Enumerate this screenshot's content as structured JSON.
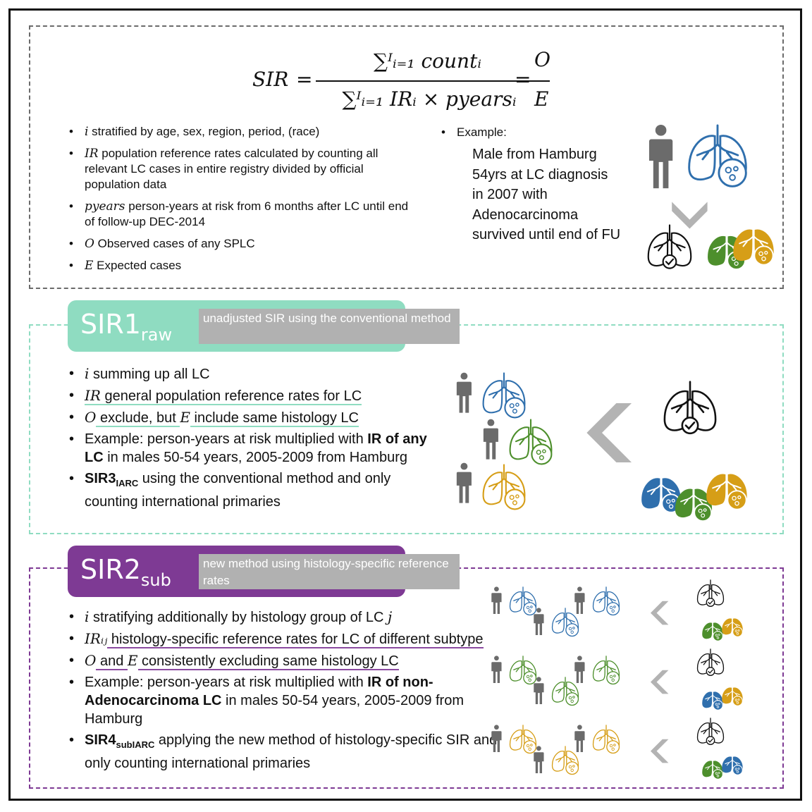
{
  "formula": {
    "lhs": "SIR",
    "eq": "=",
    "numerator": "∑ᴵᵢ₌₁ countᵢ",
    "denominator": "∑ᴵᵢ₌₁ IRᵢ × pyearsᵢ",
    "observed": "O",
    "expected": "E"
  },
  "definitions": [
    {
      "symbol": "i",
      "text": " stratified by age, sex, region, period, (race)"
    },
    {
      "symbol": "IR",
      "text": " population reference  rates calculated by counting all relevant  LC cases in entire registry divided by official population data"
    },
    {
      "symbol": "pyears",
      "text": " person-years  at risk from 6 months after LC until end of follow-up DEC-2014"
    },
    {
      "symbol": "O",
      "text": " Observed cases of any SPLC"
    },
    {
      "symbol": "E",
      "text": " Expected cases"
    }
  ],
  "example": {
    "label": "Example:",
    "lines": [
      "Male from Hamburg",
      "54yrs at LC diagnosis",
      "in 2007 with",
      "Adenocarcinoma",
      "survived until end of FU"
    ]
  },
  "sir1": {
    "title": "SIR1",
    "subscript": "raw",
    "note": "unadjusted SIR using the conventional method",
    "items": [
      {
        "symbol": "i",
        "text": " summing up all LC"
      },
      {
        "symbol": "IR",
        "text": " general population reference rates for LC"
      },
      {
        "symbol": "O",
        "mid": " exclude, but ",
        "symbol2": "E",
        "text": " include same histology LC"
      },
      {
        "pre": "Example: person-years at risk multiplied with ",
        "bold": "IR of any LC",
        "text": " in males 50-54 years, 2005-2009 from Hamburg"
      },
      {
        "bold": "SIR3",
        "boldsub": "IARC",
        "text": " using the conventional method and only counting international primaries"
      }
    ]
  },
  "sir2": {
    "title": "SIR2",
    "subscript": "sub",
    "note": "new method using histology-specific reference  rates",
    "items": [
      {
        "symbol": "i",
        "text": " stratifying additionally by histology group of LC ",
        "symbol_end": "j"
      },
      {
        "symbol": "IRᵢⱼ",
        "text": " histology-specific reference rates for LC of different subtype"
      },
      {
        "symbol": "O",
        "mid": " and ",
        "symbol2": "E",
        "text": " consistently excluding same histology LC"
      },
      {
        "pre": "Example: person-years at risk multiplied with ",
        "bold": "IR of non-Adenocarcinoma LC",
        "text": " in males 50-54 years, 2005-2009 from Hamburg"
      },
      {
        "bold": "SIR4",
        "boldsub": "subIARC",
        "text": " applying the new method of histology-specific SIR and only counting international primaries"
      }
    ]
  },
  "colors": {
    "sir1_accent": "#8fdcc1",
    "sir2_accent": "#7e3a94",
    "lung_blue": "#2f6fad",
    "lung_green": "#4d8f2c",
    "lung_gold": "#d69e17",
    "person_gray": "#6b6b6b",
    "arrow_gray": "#b3b3b3"
  },
  "icons": [
    "person-icon",
    "lung-icon",
    "healthy-lung-icon",
    "chevron-icon"
  ]
}
